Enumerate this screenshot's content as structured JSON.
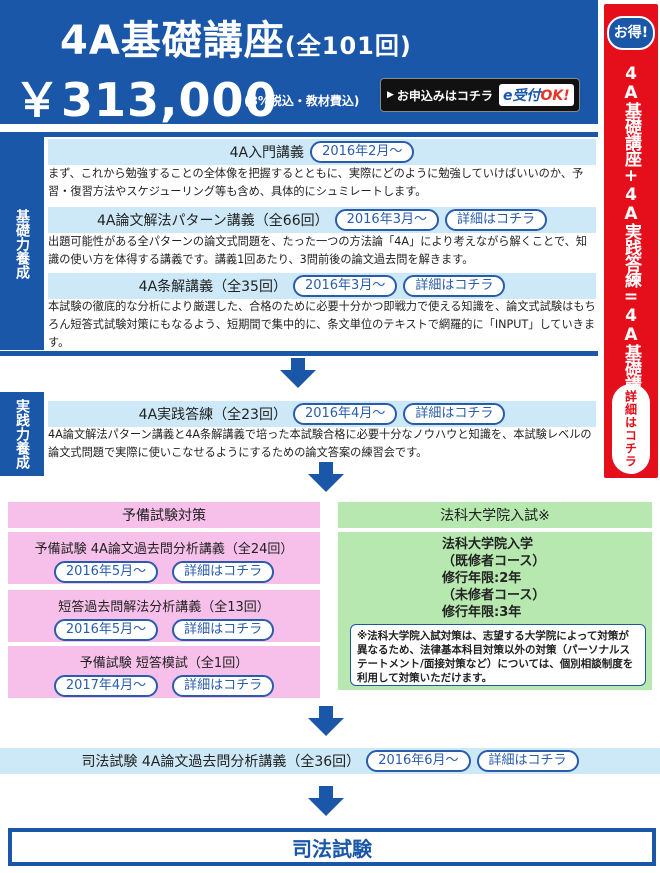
{
  "header": {
    "title": "4A基礎講座",
    "title_sub": "(全101回)",
    "price": "￥313,000",
    "tax_note": "(8%税込・教材費込)",
    "apply_label": "お申込みはコチラ",
    "apply_logo_e": "e",
    "apply_logo_text": "受付",
    "apply_logo_ok": "OK!"
  },
  "promo": {
    "badge": "お得!",
    "text": "4A基礎講座+4A実践答練=4A基礎講座パック",
    "detail": "詳細はコチラ"
  },
  "side_labels": {
    "basic": "基礎力養成",
    "practice": "実践力養成"
  },
  "courses": [
    {
      "title": "4A入門講義",
      "date": "2016年2月～",
      "detail": "",
      "desc": "まず、これから勉強することの全体像を把握するとともに、実際にどのように勉強していけばいいのか、予習・復習方法やスケジューリング等も含め、具体的にシュミレートします。"
    },
    {
      "title": "4A論文解法パターン講義（全66回）",
      "date": "2016年3月～",
      "detail": "詳細はコチラ",
      "desc": "出題可能性がある全パターンの論文式問題を、たった一つの方法論「4A」により考えながら解くことで、知識の使い方を体得する講義です。講義1回あたり、3問前後の論文過去問を解きます。"
    },
    {
      "title": "4A条解講義（全35回）",
      "date": "2016年3月～",
      "detail": "詳細はコチラ",
      "desc": "本試験の徹底的な分析により厳選した、合格のために必要十分かつ即戦力で使える知識を、論文式試験はもちろん短答式試験対策にもなるよう、短期間で集中的に、条文単位のテキストで網羅的に「INPUT」していきます。"
    },
    {
      "title": "4A実践答練（全23回）",
      "date": "2016年4月～",
      "detail": "詳細はコチラ",
      "desc": "4A論文解法パターン講義と4A条解講義で培った本試験合格に必要十分なノウハウと知識を、本試験レベルの論文式問題で実際に使いこなせるようにするための論文答案の練習会です。"
    }
  ],
  "prelim": {
    "header": "予備試験対策",
    "items": [
      {
        "title": "予備試験 4A論文過去問分析講義（全24回）",
        "date": "2016年5月～",
        "detail": "詳細はコチラ"
      },
      {
        "title": "短答過去問解法分析講義（全13回）",
        "date": "2016年5月～",
        "detail": "詳細はコチラ"
      },
      {
        "title": "予備試験 短答模試（全1回）",
        "date": "2017年4月～",
        "detail": "詳細はコチラ"
      }
    ]
  },
  "lawschool": {
    "header": "法科大学院入試※",
    "lines": [
      "法科大学院入学",
      "（既修者コース）",
      "修行年限:2年",
      "（未修者コース）",
      "修行年限:3年"
    ],
    "note": "※法科大学院入試対策は、志望する大学院によって対策が異なるため、法律基本科目対策以外の対策（パーソナルステートメント/面接対策など）については、個別相談制度を利用して対策いただけます。"
  },
  "bar_course": {
    "title": "司法試験 4A論文過去問分析講義（全36回）",
    "date": "2016年6月～",
    "detail": "詳細はコチラ"
  },
  "final": "司法試験",
  "colors": {
    "brand_blue": "#1a57a8",
    "promo_red": "#e50f1c",
    "light_blue": "#cde8f7",
    "pink": "#f6c0ea",
    "green": "#b6e8b0"
  }
}
